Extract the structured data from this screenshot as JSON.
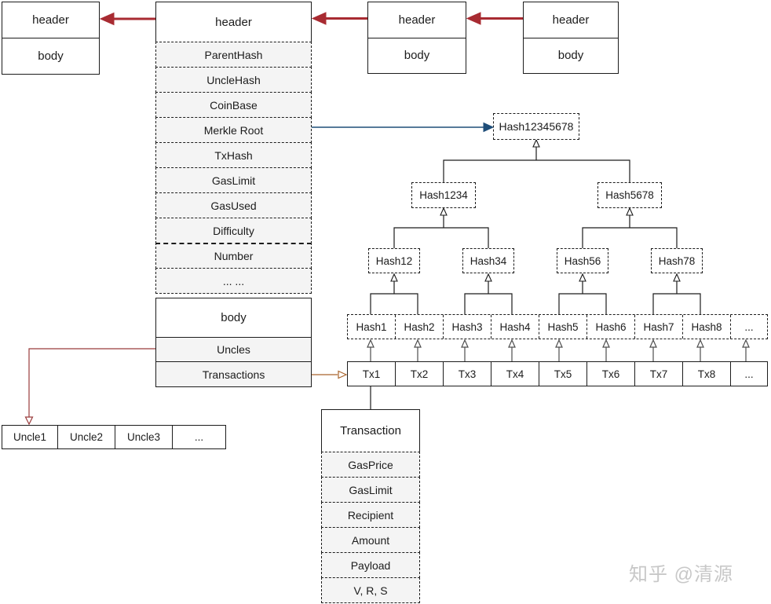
{
  "palette": {
    "line": "#1c1c1c",
    "red": "#a82b32",
    "blue": "#1f4e79",
    "copper": "#a9642c",
    "maroon": "#993b3b",
    "gray_arrow": "#4d4d4d",
    "row_fill": "#f4f4f4",
    "watermark_gray": "#c8c8c8"
  },
  "chain": {
    "block_a": {
      "header": "header",
      "body": "body"
    },
    "block_c": {
      "header": "header",
      "body": "body"
    },
    "block_d": {
      "header": "header",
      "body": "body"
    }
  },
  "block_detail": {
    "header_label": "header",
    "header_fields": [
      "ParentHash",
      "UncleHash",
      "CoinBase",
      "Merkle Root",
      "TxHash",
      "GasLimit",
      "GasUsed",
      "Difficulty",
      "Number",
      "... ..."
    ],
    "body_label": "body",
    "body_fields": [
      "Uncles",
      "Transactions"
    ]
  },
  "merkle": {
    "root": "Hash12345678",
    "level1": [
      "Hash1234",
      "Hash5678"
    ],
    "level2": [
      "Hash12",
      "Hash34",
      "Hash56",
      "Hash78"
    ],
    "leaves": [
      "Hash1",
      "Hash2",
      "Hash3",
      "Hash4",
      "Hash5",
      "Hash6",
      "Hash7",
      "Hash8",
      "..."
    ],
    "transactions": [
      "Tx1",
      "Tx2",
      "Tx3",
      "Tx4",
      "Tx5",
      "Tx6",
      "Tx7",
      "Tx8",
      "..."
    ]
  },
  "uncles_row": [
    "Uncle1",
    "Uncle2",
    "Uncle3",
    "..."
  ],
  "transaction_detail": {
    "title": "Transaction",
    "fields": [
      "GasPrice",
      "GasLimit",
      "Recipient",
      "Amount",
      "Payload",
      "V, R, S"
    ]
  },
  "watermark": "知乎 @清源"
}
